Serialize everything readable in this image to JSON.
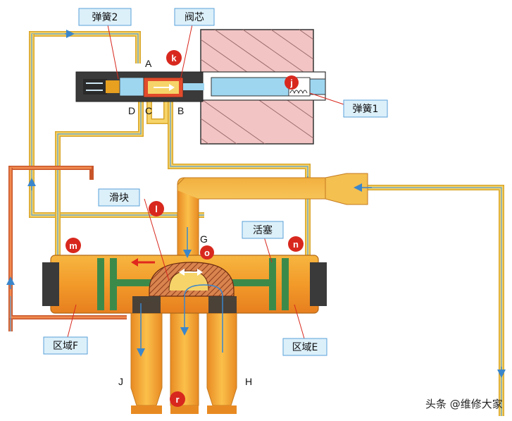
{
  "labels": {
    "spring2": "弹簧2",
    "valve_core": "阀芯",
    "spring1": "弹簧1",
    "slider": "滑块",
    "piston": "活塞",
    "zone_f": "区域F",
    "zone_e": "区域E"
  },
  "ports": {
    "a": "A",
    "b": "B",
    "c": "C",
    "d": "D",
    "g": "G",
    "h": "H",
    "j": "J"
  },
  "badges": {
    "k": "k",
    "j": "j",
    "l": "l",
    "m": "m",
    "n": "n",
    "o": "o",
    "r": "r"
  },
  "watermark": "头条 @维修大家",
  "colors": {
    "tube": "#f3c24a",
    "tube_line": "#5aa0d8",
    "hot_tube": "#e07838",
    "coil": "#f2c4c4",
    "badge": "#d8281e",
    "body_dark": "#3a3a3a"
  }
}
